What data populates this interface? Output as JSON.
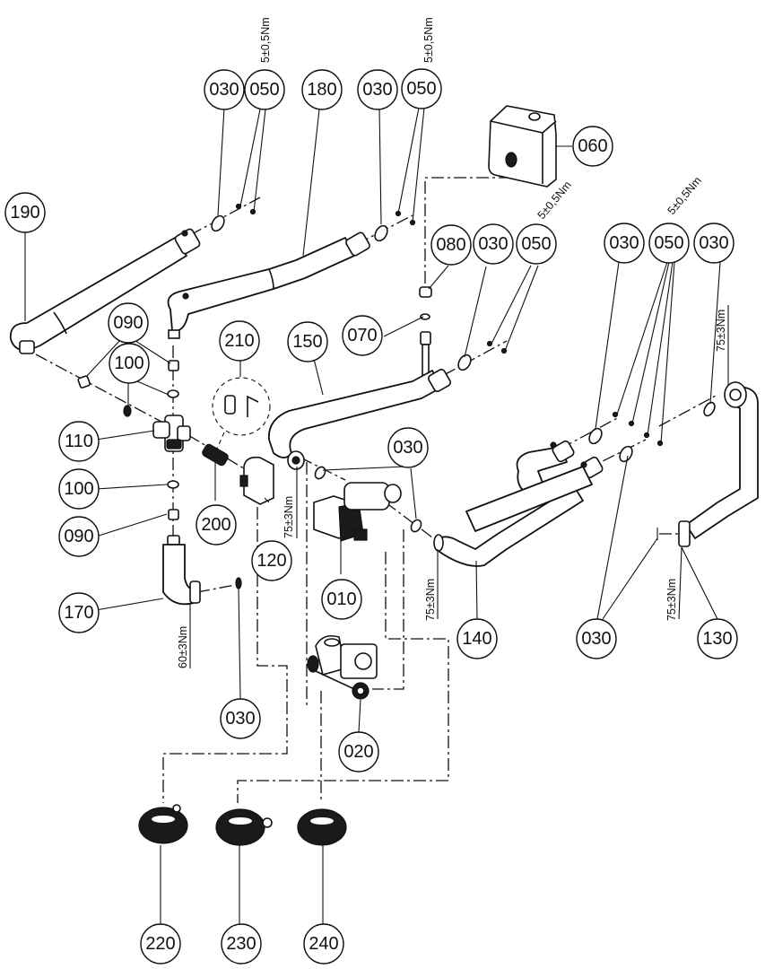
{
  "diagram": {
    "type": "exploded-parts-diagram",
    "callouts": [
      {
        "id": "c-030-a",
        "label": "030"
      },
      {
        "id": "c-050-a",
        "label": "050"
      },
      {
        "id": "c-180",
        "label": "180"
      },
      {
        "id": "c-030-b",
        "label": "030"
      },
      {
        "id": "c-050-b",
        "label": "050"
      },
      {
        "id": "c-060",
        "label": "060"
      },
      {
        "id": "c-190",
        "label": "190"
      },
      {
        "id": "c-080",
        "label": "080"
      },
      {
        "id": "c-030-c",
        "label": "030"
      },
      {
        "id": "c-050-c",
        "label": "050"
      },
      {
        "id": "c-030-d",
        "label": "030"
      },
      {
        "id": "c-050-d",
        "label": "050"
      },
      {
        "id": "c-030-e",
        "label": "030"
      },
      {
        "id": "c-090-a",
        "label": "090"
      },
      {
        "id": "c-210",
        "label": "210"
      },
      {
        "id": "c-150",
        "label": "150"
      },
      {
        "id": "c-070",
        "label": "070"
      },
      {
        "id": "c-100-a",
        "label": "100"
      },
      {
        "id": "c-110",
        "label": "110"
      },
      {
        "id": "c-030-f",
        "label": "030"
      },
      {
        "id": "c-100-b",
        "label": "100"
      },
      {
        "id": "c-090-b",
        "label": "090"
      },
      {
        "id": "c-200",
        "label": "200"
      },
      {
        "id": "c-120",
        "label": "120"
      },
      {
        "id": "c-010",
        "label": "010"
      },
      {
        "id": "c-170",
        "label": "170"
      },
      {
        "id": "c-140",
        "label": "140"
      },
      {
        "id": "c-030-g",
        "label": "030"
      },
      {
        "id": "c-130",
        "label": "130"
      },
      {
        "id": "c-030-h",
        "label": "030"
      },
      {
        "id": "c-020",
        "label": "020"
      },
      {
        "id": "c-220",
        "label": "220"
      },
      {
        "id": "c-230",
        "label": "230"
      },
      {
        "id": "c-240",
        "label": "240"
      }
    ],
    "torque_labels": {
      "t1": "5±0,5Nm",
      "t2": "5±0,5Nm",
      "t3": "5±0,5Nm",
      "t4": "5±0,5Nm",
      "t5": "75±3Nm",
      "t6": "75±3Nm",
      "t7": "75±3Nm",
      "t8": "75±3Nm",
      "t9": "60±3Nm"
    }
  }
}
